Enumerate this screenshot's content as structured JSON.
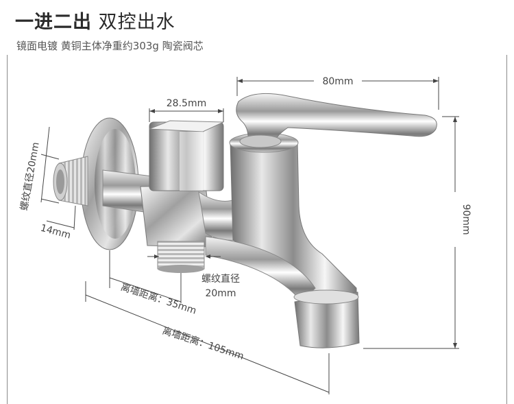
{
  "header": {
    "title_bold": "一进二出",
    "title_rest": "双控出水",
    "subtitle": "镜面电镀 黄铜主体净重约303g 陶瓷阀芯"
  },
  "dimensions": {
    "handle_length": "80mm",
    "valve_width": "28.5mm",
    "height": "90mm",
    "thread_diameter_rot": "螺纹直径20mm",
    "thread_depth": "14mm",
    "bottom_thread_label": "螺纹直径",
    "bottom_thread_value": "20mm",
    "wall_distance_1": "离墙距离：35mm",
    "wall_distance_2": "离墙距离：105mm"
  }
}
